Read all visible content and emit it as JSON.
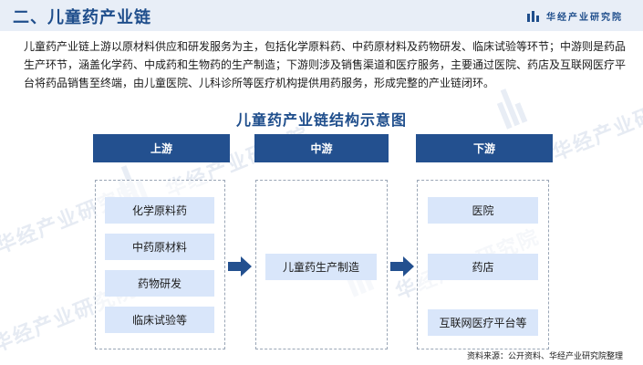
{
  "header": {
    "title": "二、儿童药产业链",
    "brand": "华经产业研究院"
  },
  "intro": "儿童药产业链上游以原材料供应和研发服务为主，包括化学原料药、中药原材料及药物研发、临床试验等环节；中游则是药品生产环节，涵盖化学药、中成药和生物药的生产制造；下游则涉及销售渠道和医疗服务，主要通过医院、药店及互联网医疗平台将药品销售至终端，由儿童医院、儿科诊所等医疗机构提供用药服务，形成完整的产业链闭环。",
  "diagram": {
    "title": "儿童药产业链结构示意图",
    "stages": [
      {
        "label": "上游",
        "items": [
          "化学原料药",
          "中药原材料",
          "药物研发",
          "临床试验等"
        ]
      },
      {
        "label": "中游",
        "items": [
          "儿童药生产制造"
        ]
      },
      {
        "label": "下游",
        "items": [
          "医院",
          "药店",
          "互联网医疗平台等"
        ]
      }
    ]
  },
  "watermark": "华经产业研究院",
  "source": "资料来源：公开资料、华经产业研究院整理",
  "colors": {
    "accent": "#1f4e8c",
    "stage_header": "#23508f",
    "item_fill": "#d9e6fa",
    "header_band": "#e8eef7",
    "arrow": "#23508f"
  }
}
